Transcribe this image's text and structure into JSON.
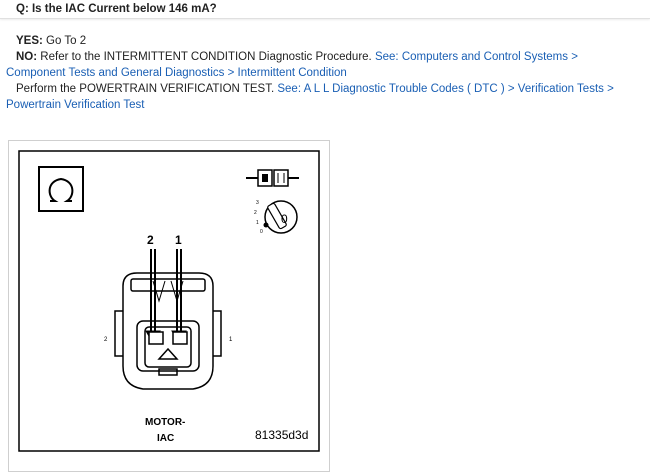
{
  "question": "Q: Is the IAC Current below 146 mA?",
  "yes": {
    "label": "YES:",
    "text": "Go To 2"
  },
  "no": {
    "label": "NO:",
    "text": "Refer to the INTERMITTENT CONDITION Diagnostic Procedure.",
    "link": "See: Computers and Control Systems > Component Tests and General Diagnostics > Intermittent Condition"
  },
  "perform": {
    "text": "Perform the POWERTRAIN VERIFICATION TEST.",
    "link": "See: A L L Diagnostic Trouble Codes ( DTC ) > Verification Tests > Powertrain Verification Test"
  },
  "figure": {
    "icons": [
      "ohm-icon",
      "connector-probe-icon",
      "ignition-switch-icon"
    ],
    "pin_labels": [
      "2",
      "1"
    ],
    "side_labels": [
      "2",
      "1"
    ],
    "ignition_positions": [
      "3",
      "2",
      "1",
      "0"
    ],
    "ignition_key_label": "0",
    "caption_line1": "MOTOR-",
    "caption_line2": "IAC",
    "figure_code": "81335d3d"
  }
}
